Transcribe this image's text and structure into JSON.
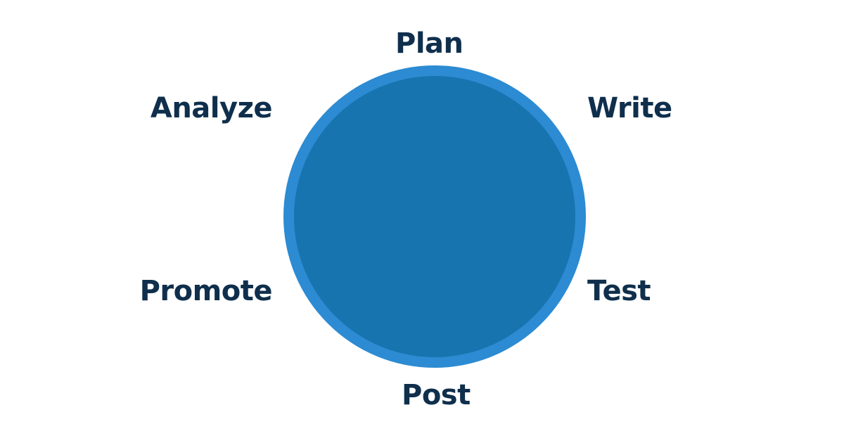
{
  "diagram": {
    "stages": {
      "plan": "Plan",
      "write": "Write",
      "test": "Test",
      "post": "Post",
      "promote": "Promote",
      "analyze": "Analyze"
    },
    "colors": {
      "ring": "#2C8BD2",
      "core": "#1874AF",
      "label": "#0F2F4C",
      "background": "#FFFFFF"
    }
  }
}
